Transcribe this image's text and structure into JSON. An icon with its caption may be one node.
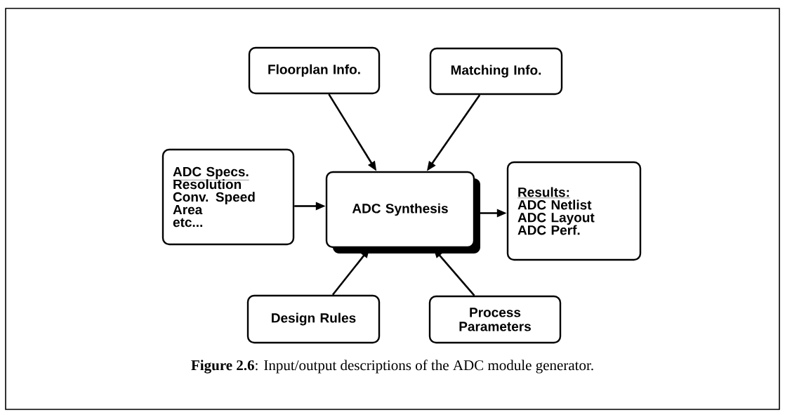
{
  "diagram": {
    "caption": "**Figure 2.6**: Input/output descriptions of the ADC module generator.",
    "nodes": [
      {
        "text": [
          "Floorplan Info."
        ]
      },
      {
        "text": [
          "Matching Info."
        ]
      },
      {
        "text": [
          "ADC Specs.",
          "Resolution",
          "Conv. Speed",
          "Area",
          "etc..."
        ]
      },
      {
        "text": [
          "ADC Synthesis"
        ]
      },
      {
        "text": [
          "Results:",
          "ADC Netlist",
          "ADC Layout",
          "ADC Perf."
        ]
      },
      {
        "text": [
          "Design Rules"
        ]
      },
      {
        "text": [
          "Process Parameters"
        ]
      }
    ],
    "edges": [
      {
        "from": 0,
        "to": 3,
        "arrow": "to"
      },
      {
        "from": 1,
        "to": 3,
        "arrow": "to"
      },
      {
        "from": 2,
        "to": 3,
        "arrow": "to"
      },
      {
        "from": 3,
        "to": 4,
        "arrow": "to"
      },
      {
        "from": 5,
        "to": 3,
        "arrow": "to"
      },
      {
        "from": 6,
        "to": 3,
        "arrow": "to"
      }
    ]
  }
}
